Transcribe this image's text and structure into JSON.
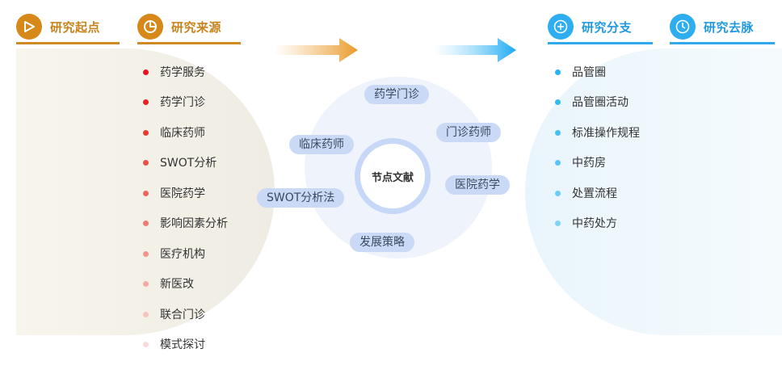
{
  "headers": {
    "start": "研究起点",
    "source": "研究来源",
    "branch": "研究分支",
    "trend": "研究去脉"
  },
  "icons": {
    "start": "play-triangle-icon",
    "source": "pie-chart-icon",
    "branch": "plus-circle-icon",
    "trend": "clock-icon"
  },
  "colors": {
    "orange": "#d68918",
    "blue": "#2eaef0",
    "pill": "#cad9f5",
    "core_ring": "#c6d7f7"
  },
  "source_list": [
    {
      "label": "药学服务",
      "color": "#e8141e"
    },
    {
      "label": "药学门诊",
      "color": "#e8221e"
    },
    {
      "label": "临床药师",
      "color": "#e83a2e"
    },
    {
      "label": "SWOT分析",
      "color": "#eb5046"
    },
    {
      "label": "医院药学",
      "color": "#ee6560"
    },
    {
      "label": "影响因素分析",
      "color": "#f07b76"
    },
    {
      "label": "医疗机构",
      "color": "#f3938e"
    },
    {
      "label": "新医改",
      "color": "#f6aaa6"
    },
    {
      "label": "联合门诊",
      "color": "#f8c2bf"
    },
    {
      "label": "模式探讨",
      "color": "#fadad8"
    }
  ],
  "branch_list": [
    {
      "label": "品管圈",
      "color": "#27b3f0"
    },
    {
      "label": "品管圈活动",
      "color": "#35b9f2"
    },
    {
      "label": "标准操作规程",
      "color": "#46c0f3"
    },
    {
      "label": "中药房",
      "color": "#58c6f4"
    },
    {
      "label": "处置流程",
      "color": "#6acdf5"
    },
    {
      "label": "中药处方",
      "color": "#7dd4f6"
    }
  ],
  "center": {
    "core": "节点文献",
    "pills": [
      "药学门诊",
      "门诊药师",
      "临床药师",
      "医院药学",
      "SWOT分析法",
      "发展策略"
    ]
  }
}
